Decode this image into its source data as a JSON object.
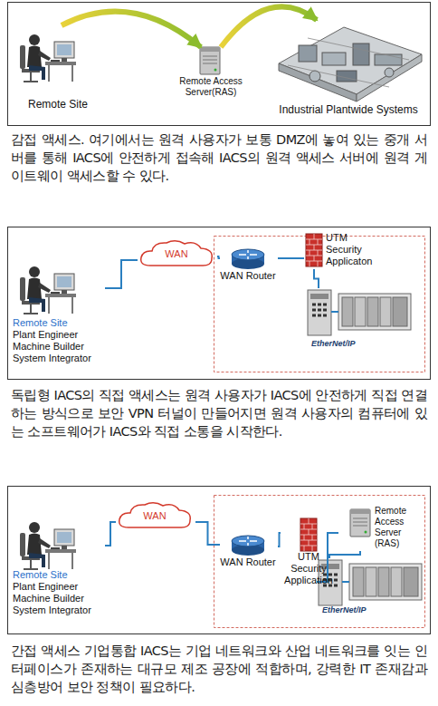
{
  "diagram": {
    "nodes": [
      {
        "text": [
          "Remote Site"
        ]
      },
      {
        "text": [
          "Remote Access Server(RAS)"
        ]
      },
      {
        "text": [
          "Industrial Plantwide Systems"
        ]
      },
      {
        "text": [
          "Remote Site",
          "Plant Engineer Machine Builder System Integrator"
        ]
      },
      {
        "text": [
          "WAN"
        ]
      },
      {
        "text": [
          "WAN Router"
        ]
      },
      {
        "text": [
          "UTM Security Applicaton"
        ]
      },
      {
        "text": [
          "EtherNet/IP"
        ]
      },
      {
        "text": [
          "Remote Site",
          "Plant Engineer Machine Builder System Integrator"
        ]
      },
      {
        "text": [
          "WAN"
        ]
      },
      {
        "text": [
          "WAN Router"
        ]
      },
      {
        "text": [
          "UTM Security Application"
        ]
      },
      {
        "text": [
          "Remote Access Server (RAS)"
        ]
      },
      {
        "text": [
          "EtherNet/IP"
        ]
      }
    ],
    "edges": [
      {
        "from": 0,
        "to": 1,
        "arrow": "to"
      },
      {
        "from": 1,
        "to": 2,
        "arrow": "to"
      },
      {
        "from": 3,
        "to": 4,
        "arrow": "none"
      },
      {
        "from": 4,
        "to": 5,
        "arrow": "none"
      },
      {
        "from": 5,
        "to": 6,
        "arrow": "none"
      },
      {
        "from": 6,
        "to": 7,
        "arrow": "none"
      },
      {
        "from": 8,
        "to": 9,
        "arrow": "none"
      },
      {
        "from": 9,
        "to": 10,
        "arrow": "none"
      },
      {
        "from": 10,
        "to": 11,
        "arrow": "none"
      },
      {
        "from": 11,
        "to": 13,
        "arrow": "none"
      },
      {
        "from": 12,
        "to": 13,
        "arrow": "none"
      }
    ],
    "labels": [
      "감접 액세스. 여기에서는 원격 사용자가 보통 DMZ에 놓여 있는 중개 서버를 통해 IACS에 안전하게 접속해 IACS의 원격 액세스 서버에 원격 게이트웨이 액세스할 수 있다.",
      "독립형 IACS의 직접 액세스는 원격 사용자가 IACS에 안전하게 직접 연결하는 방식으로 보안 VPN 터널이 만들어지면 원격 사용자의 컴퓨터에 있는 소프트웨어가 IACS와 직접 소통을 시작한다.",
      "간접 액세스 기업통합 IACS는 기업 네트워크와 산업 네트워크를 잇는 인터페이스가 존재하는 대규모 제조 공장에 적합하며, 강력한 IT 존재감과 심층방어 보안 정책이 필요하다."
    ]
  }
}
